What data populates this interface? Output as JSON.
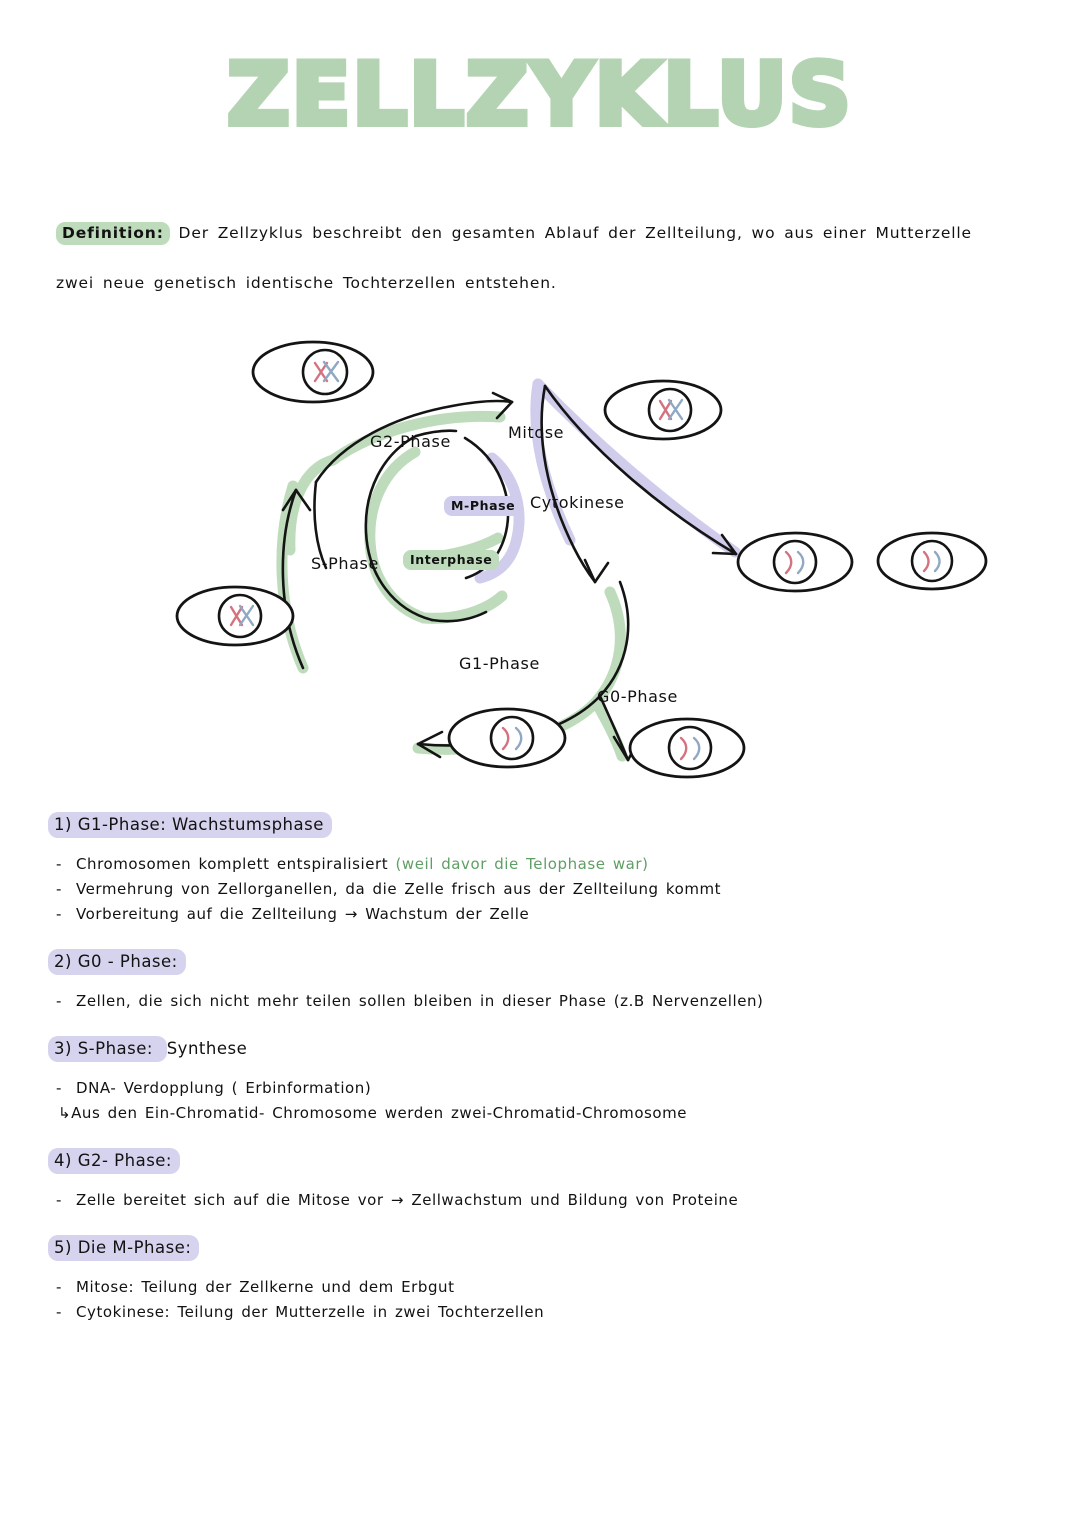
{
  "title": "ZELLZYKLUS",
  "colors": {
    "title_green": "#b3d3b2",
    "highlight_green": "#bedcbb",
    "highlight_purple": "#d6d3ee",
    "arrow_green": "#bedcbb",
    "arrow_purple": "#cfcdeb",
    "note_green_text": "#5f9e64",
    "chromosome_red": "#d4737f",
    "chromosome_blue": "#8fa8c4",
    "ink": "#121212"
  },
  "definition": {
    "label": "Definition:",
    "line1": "Der Zellzyklus beschreibt den gesamten Ablauf der Zellteilung, wo aus einer  Mutterzelle",
    "line2": "zwei neue genetisch identische Tochterzellen entstehen."
  },
  "diagram": {
    "labels": {
      "g2": "G2-Phase",
      "mitose": "Mitose",
      "cytokinese": "Cytokinese",
      "m_phase": "M-Phase",
      "interphase": "Interphase",
      "s_phase": "S-Phase",
      "g1": "G1-Phase",
      "g0": "G0-Phase"
    },
    "cells": [
      {
        "name": "cell-top-left",
        "chromosomes": "XX"
      },
      {
        "name": "cell-top-right",
        "chromosomes": "XX"
      },
      {
        "name": "cell-left",
        "chromosomes": "XX"
      },
      {
        "name": "cell-right-inner",
        "chromosomes": ">>"
      },
      {
        "name": "cell-right-outer",
        "chromosomes": ">>"
      },
      {
        "name": "cell-bottom-left",
        "chromosomes": ">>"
      },
      {
        "name": "cell-bottom-right",
        "chromosomes": ">>"
      }
    ]
  },
  "sections": [
    {
      "number": "1)",
      "heading": "G1-Phase: Wachstumsphase",
      "bullets": [
        {
          "dash": "-",
          "text": "Chromosomen komplett entspiralisiert ",
          "green": "(weil davor die Telophase war)"
        },
        {
          "dash": "-",
          "text": "Vermehrung von Zellorganellen, da die Zelle frisch aus der  Zellteilung kommt",
          "green": ""
        },
        {
          "dash": "-",
          "text": "Vorbereitung auf die Zellteilung → Wachstum der Zelle",
          "green": ""
        }
      ]
    },
    {
      "number": "2)",
      "heading": "G0 - Phase:",
      "bullets": [
        {
          "dash": "-",
          "text": "Zellen, die sich nicht mehr teilen sollen bleiben in dieser Phase (z.B Nervenzellen)",
          "green": ""
        }
      ]
    },
    {
      "number": "3)",
      "heading": "S-Phase:",
      "heading_suffix": "Synthese",
      "bullets": [
        {
          "dash": "-",
          "text": "DNA- Verdopplung ( Erbinformation)",
          "green": ""
        },
        {
          "dash": "↳",
          "text": "Aus den Ein-Chromatid- Chromosome werden  zwei-Chromatid-Chromosome",
          "green": ""
        }
      ]
    },
    {
      "number": "4)",
      "heading": "G2- Phase:",
      "bullets": [
        {
          "dash": "-",
          "text": "Zelle bereitet sich auf die Mitose vor → Zellwachstum  und Bildung von Proteine",
          "green": ""
        }
      ]
    },
    {
      "number": "5)",
      "heading": "Die M-Phase:",
      "bullets": [
        {
          "dash": "-",
          "text": "Mitose: Teilung der Zellkerne und dem Erbgut",
          "green": ""
        },
        {
          "dash": "-",
          "text": "Cytokinese: Teilung der Mutterzelle in zwei  Tochterzellen",
          "green": ""
        }
      ]
    }
  ]
}
